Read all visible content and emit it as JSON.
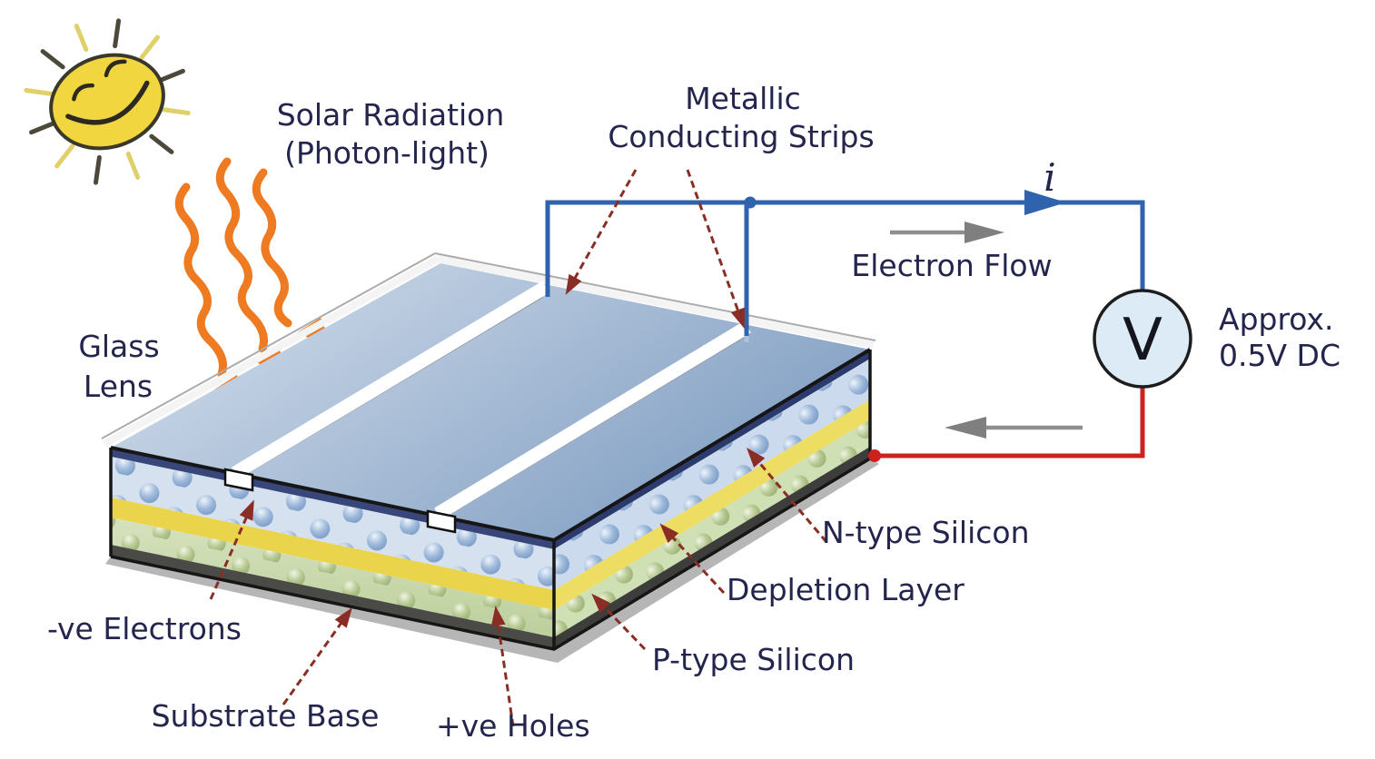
{
  "labels": {
    "solar_radiation_line1": "Solar Radiation",
    "solar_radiation_line2": "(Photon-light)",
    "metallic_line1": "Metallic",
    "metallic_line2": "Conducting Strips",
    "glass_line1": "Glass",
    "glass_line2": "Lens",
    "current_symbol": "i",
    "electron_flow": "Electron Flow",
    "approx_line1": "Approx.",
    "approx_line2": "0.5V DC",
    "neg_electrons": "-ve Electrons",
    "substrate_base": "Substrate Base",
    "pos_holes": "+ve Holes",
    "p_type": "P-type Silicon",
    "depletion": "Depletion Layer",
    "n_type": "N-type Silicon"
  },
  "voltmeter": {
    "symbol": "V",
    "reading": "Approx. 0.5V DC"
  },
  "colors": {
    "text": "#23254d",
    "wire_blue": "#2f63ae",
    "wire_red": "#cf2020",
    "pointer_arrow_maroon": "#8a2e25",
    "electron_flow_gray": "#8f8f8f",
    "sun_yellow": "#f2d640",
    "radiation_orange": "#ee7b22",
    "glass_top_face": "#a9bdd8",
    "glass_edge": "#39467a",
    "n_type_layer": "#d6e1f0",
    "depletion_layer": "#e9d44c",
    "p_type_layer": "#c9d9ab",
    "substrate": "#4a4a47",
    "voltmeter_fill": "#dcebf5",
    "strip_white": "#ffffff"
  }
}
